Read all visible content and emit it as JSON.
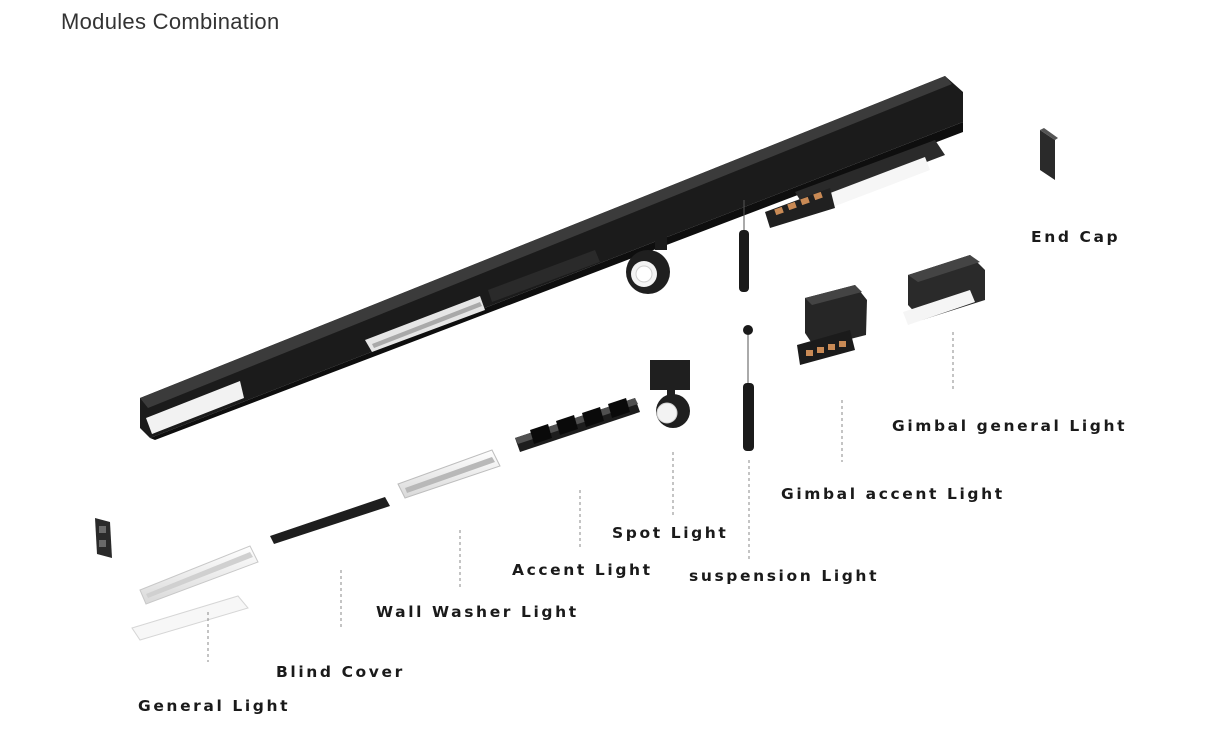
{
  "title": "Modules Combination",
  "labels": {
    "end_cap": "End Cap",
    "gimbal_general_light": "Gimbal general Light",
    "gimbal_accent_light": "Gimbal accent Light",
    "spot_light": "Spot Light",
    "suspension_light": "suspension Light",
    "accent_light": "Accent Light",
    "wall_washer_light": "Wall Washer Light",
    "blind_cover": "Blind Cover",
    "general_light": "General Light"
  },
  "colors": {
    "module_black": "#1c1c1c",
    "module_dark": "#2e2e2e",
    "diffuser_white": "#f4f4f4",
    "led_amber": "#c98a55",
    "guide_line": "#8a8a8a"
  }
}
